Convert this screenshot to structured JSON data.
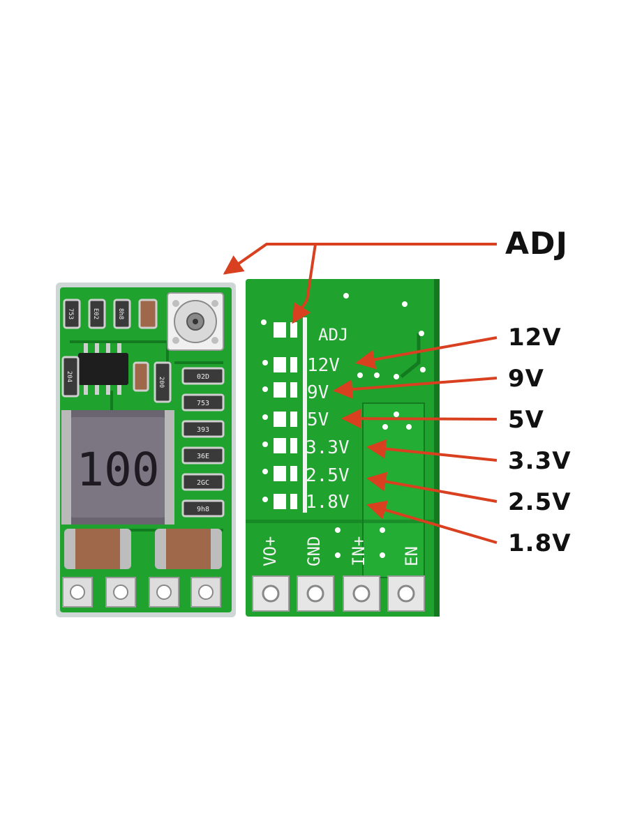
{
  "image": {
    "colors": {
      "background": "#ffffff",
      "pcb_green": "#1fa32e",
      "pcb_dark": "#147a20",
      "silk": "#f2f2f2",
      "arrow": "#d8401f",
      "inductor": "#6a6470",
      "capacitor": "#a0684a"
    },
    "callouts": {
      "adj": "ADJ",
      "v12": "12V",
      "v9": "9V",
      "v5": "5V",
      "v3_3": "3.3V",
      "v2_5": "2.5V",
      "v1_8": "1.8V"
    },
    "board_front": {
      "inductor_code": "100",
      "resistor_codes": [
        "753",
        "E02",
        "8h8",
        "204",
        "200",
        "02D",
        "753",
        "393",
        "36E",
        "2GC",
        "9h8"
      ]
    },
    "board_back": {
      "adj_label": "ADJ",
      "voltage_labels": [
        "12V",
        "9V",
        "5V",
        "3.3V",
        "2.5V",
        "1.8V"
      ],
      "pin_labels": [
        "VO+",
        "GND",
        "IN+",
        "EN"
      ]
    }
  }
}
